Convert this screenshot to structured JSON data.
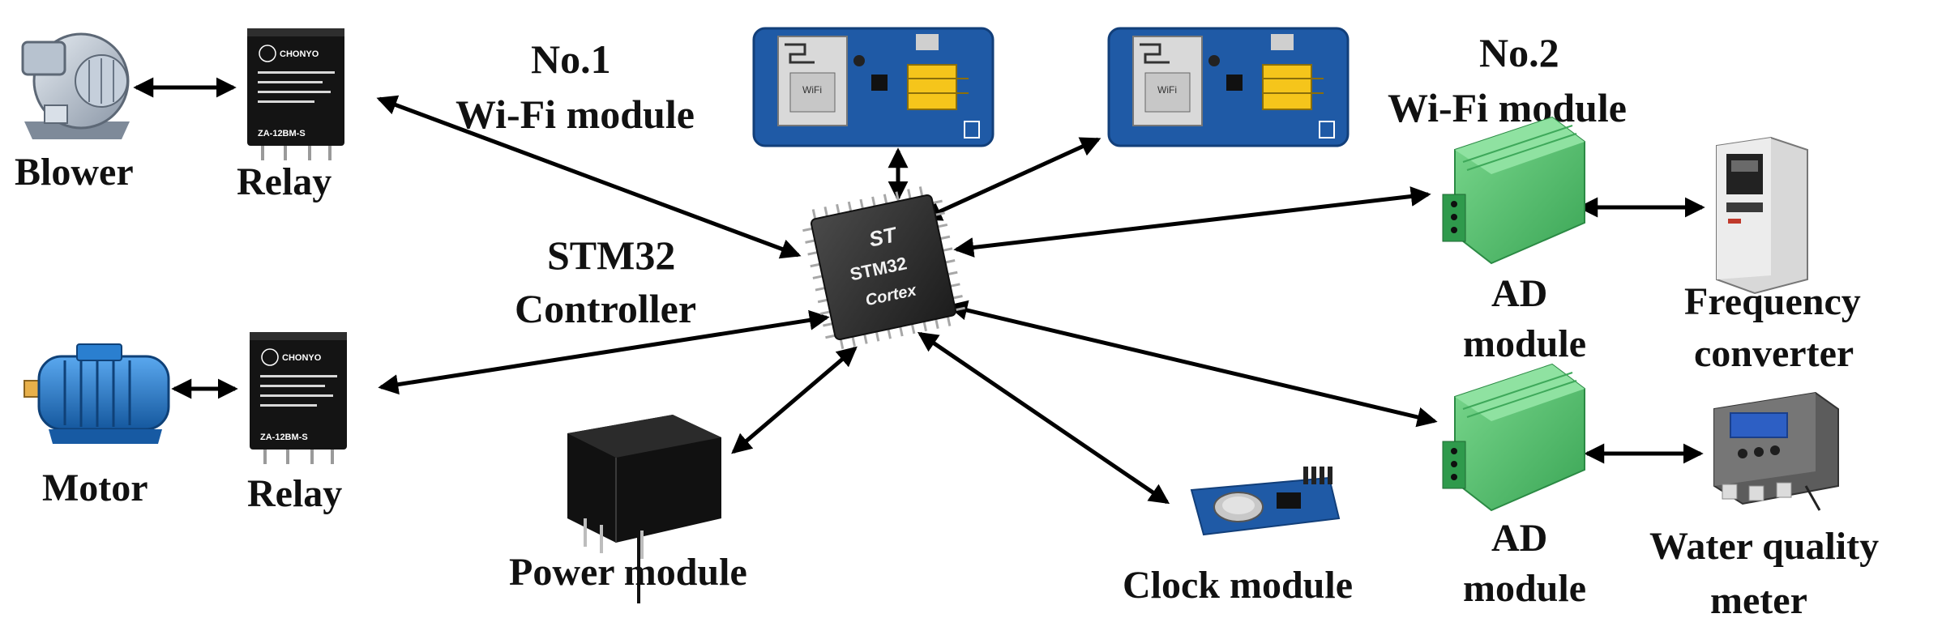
{
  "labels": {
    "blower": "Blower",
    "relay_top": "Relay",
    "wifi1_line1": "No.1",
    "wifi1_line2": "Wi-Fi module",
    "wifi2_line1": "No.2",
    "wifi2_line2": "Wi-Fi module",
    "stm32_line1": "STM32",
    "stm32_line2": "Controller",
    "motor": "Motor",
    "relay_bottom": "Relay",
    "power_module": "Power module",
    "clock_module": "Clock module",
    "ad1_line1": "AD",
    "ad1_line2": "module",
    "ad2_line1": "AD",
    "ad2_line2": "module",
    "freq_line1": "Frequency",
    "freq_line2": "converter",
    "water_line1": "Water quality",
    "water_line2": "meter"
  },
  "chip_text": {
    "brand": "ST",
    "model": "STM32",
    "core": "Cortex"
  },
  "relay_text": {
    "brand": "CHONYO",
    "model": "ZA-12BM-S"
  },
  "colors": {
    "pcb_blue": "#1f5aa6",
    "ad_green": "#58c070",
    "chip_dark": "#2a2a2a",
    "relay_black": "#141414",
    "motor_blue": "#1e6fc0",
    "arrow": "#000000"
  }
}
